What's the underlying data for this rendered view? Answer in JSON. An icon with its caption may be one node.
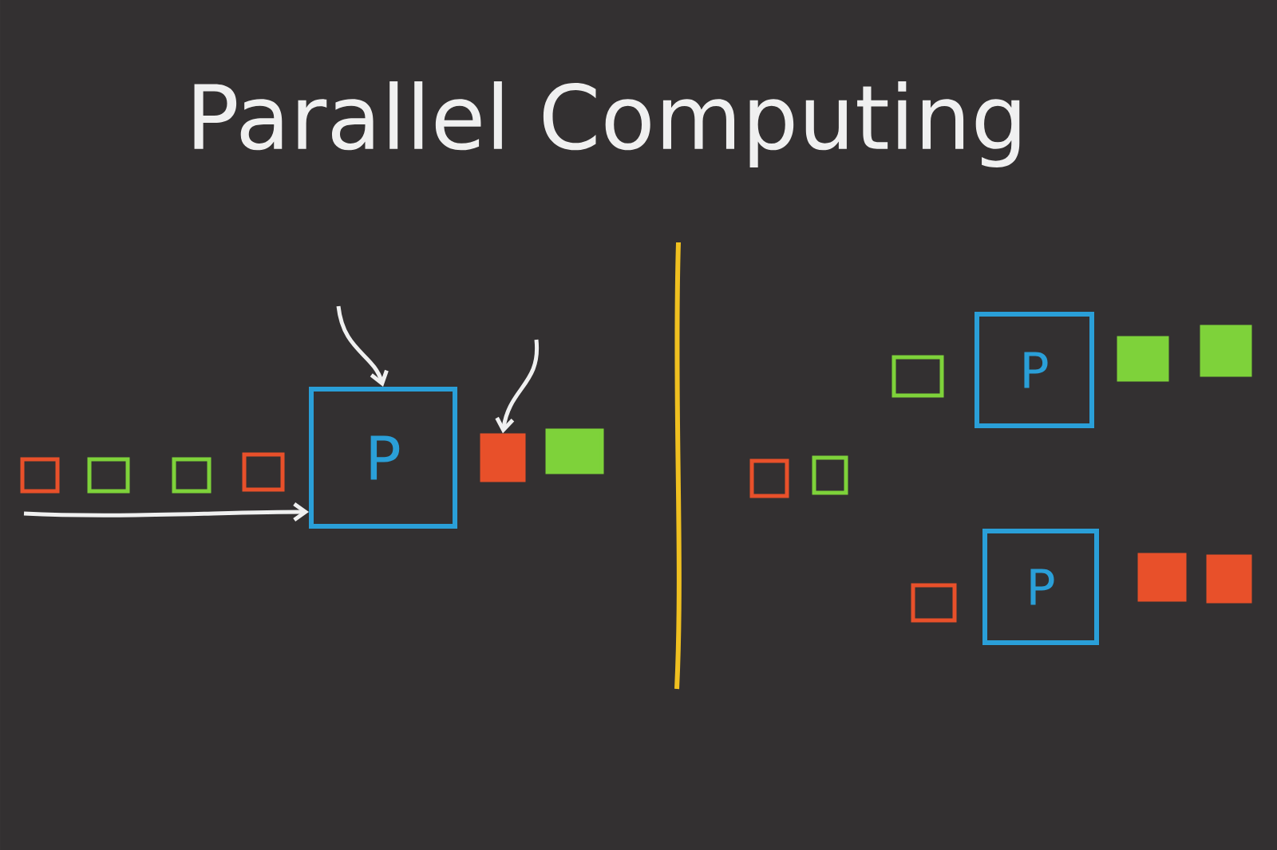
{
  "diagram": {
    "title": "Parallel Computing",
    "nodes": [
      {
        "text": [
          "P"
        ]
      },
      {
        "text": [
          "P"
        ]
      },
      {
        "text": [
          "P"
        ]
      },
      {
        "text": [],
        "shape": "box"
      },
      {
        "text": [],
        "shape": "box"
      },
      {
        "text": [],
        "shape": "box"
      },
      {
        "text": [],
        "shape": "box"
      },
      {
        "text": [],
        "shape": "box"
      },
      {
        "text": [],
        "shape": "box"
      },
      {
        "text": [],
        "shape": "box"
      },
      {
        "text": [],
        "shape": "box"
      },
      {
        "text": [],
        "shape": "box"
      },
      {
        "text": [],
        "shape": "box"
      },
      {
        "text": [],
        "shape": "box"
      },
      {
        "text": [],
        "shape": "box"
      },
      {
        "text": [],
        "shape": "box"
      },
      {
        "text": [],
        "shape": "box"
      }
    ],
    "edges": [
      {
        "from": null,
        "to": 0,
        "arrow": "to"
      },
      {
        "from": null,
        "to": 0,
        "arrow": "to"
      },
      {
        "from": null,
        "to": 7,
        "arrow": "to"
      }
    ]
  }
}
